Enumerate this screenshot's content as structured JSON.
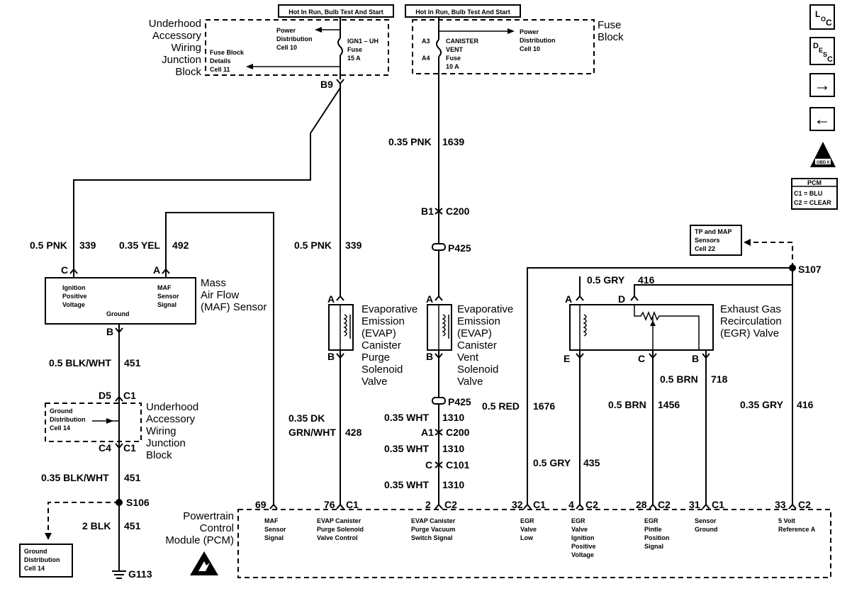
{
  "hot_labels": [
    "Hot In Run, Bulb Test And Start",
    "Hot In Run, Bulb Test And Start"
  ],
  "component_labels": {
    "ujb1": [
      "Underhood",
      "Accessory",
      "Wiring",
      "Junction",
      "Block"
    ],
    "fuse_block": [
      "Fuse",
      "Block"
    ],
    "maf": [
      "Mass",
      "Air Flow",
      "(MAF) Sensor"
    ],
    "evap_purge": [
      "Evaporative",
      "Emission",
      "(EVAP)",
      "Canister",
      "Purge",
      "Solenoid",
      "Valve"
    ],
    "evap_vent": [
      "Evaporative",
      "Emission",
      "(EVAP)",
      "Canister",
      "Vent",
      "Solenoid",
      "Valve"
    ],
    "egr": [
      "Exhaust Gas",
      "Recirculation",
      "(EGR) Valve"
    ],
    "ujb2": [
      "Underhood",
      "Accessory",
      "Wiring",
      "Junction",
      "Block"
    ],
    "pcm": [
      "Powertrain",
      "Control",
      "Module (PCM)"
    ]
  },
  "small_text": {
    "power_dist1": [
      "Power",
      "Distribution",
      "Cell 10"
    ],
    "fuse1": [
      "IGN1 – UH",
      "Fuse",
      "15 A"
    ],
    "fuse_details": [
      "Fuse Block",
      "Details",
      "Cell 11"
    ],
    "fuse2": [
      "CANISTER",
      "VENT",
      "Fuse",
      "10 A"
    ],
    "power_dist2": [
      "Power",
      "Distribution",
      "Cell 10"
    ],
    "maf_ign": [
      "Ignition",
      "Positive",
      "Voltage"
    ],
    "maf_sig": [
      "MAF",
      "Sensor",
      "Signal"
    ],
    "maf_gnd": "Ground",
    "gnd_dist": [
      "Ground",
      "Distribution",
      "Cell 14"
    ],
    "gnd_dist_box": [
      "Ground",
      "Distribution",
      "Cell 14"
    ],
    "tp_map": [
      "TP and MAP",
      "Sensors",
      "Cell 22"
    ],
    "pcm_box": [
      "PCM",
      "C1 = BLU",
      "C2 = CLEAR"
    ],
    "pcm_pins": [
      [
        "MAF",
        "Sensor",
        "Signal"
      ],
      [
        "EVAP Canister",
        "Purge Solenoid",
        "Valve Control"
      ],
      [
        "EVAP Canister",
        "Purge Vacuum",
        "Switch Signal"
      ],
      [
        "EGR",
        "Valve",
        "Low"
      ],
      [
        "EGR",
        "Valve",
        "Ignition",
        "Positive",
        "Voltage"
      ],
      [
        "EGR",
        "Pintle",
        "Position",
        "Signal"
      ],
      [
        "Sensor",
        "Ground"
      ],
      [
        "5 Volt",
        "Reference A"
      ]
    ]
  },
  "wire_labels": [
    "0.35 PNK",
    "1639",
    "0.5 PNK",
    "339",
    "0.35 YEL",
    "492",
    "0.5 PNK",
    "339",
    "0.5 BLK/WHT",
    "451",
    "0.35 BLK/WHT",
    "451",
    "2 BLK",
    "451",
    "0.35 DK",
    "GRN/WHT",
    "428",
    "0.35 WHT",
    "1310",
    "0.35 WHT",
    "1310",
    "0.35 WHT",
    "1310",
    "0.5 RED",
    "1676",
    "0.5 GRY",
    "416",
    "0.5 GRY",
    "435",
    "0.5 BRN",
    "1456",
    "0.5 BRN",
    "718",
    "0.35 GRY",
    "416"
  ],
  "pin_labels": {
    "b9": "B9",
    "a3": "A3",
    "a4": "A4",
    "b1": "B1",
    "c200a": "C200",
    "p425a": "P425",
    "p425b": "P425",
    "maf_c": "C",
    "maf_a": "A",
    "maf_b": "B",
    "ep_a": "A",
    "ep_b": "B",
    "ev_a": "A",
    "ev_b": "B",
    "egr_a": "A",
    "egr_d": "D",
    "egr_e": "E",
    "egr_c": "C",
    "egr_b": "B",
    "s107": "S107",
    "s106": "S106",
    "g113": "G113",
    "d5": "D5",
    "c1a": "C1",
    "c4": "C4",
    "c1b": "C1",
    "a1": "A1",
    "c200b": "C200",
    "c_c101": "C",
    "c101": "C101",
    "n69": "69",
    "n76": "76",
    "c1p1": "C1",
    "n2": "2",
    "c2p1": "C2",
    "n32": "32",
    "c1p2": "C1",
    "n4": "4",
    "c2p2": "C2",
    "n28": "28",
    "c2p3": "C2",
    "n31": "31",
    "c1p3": "C1",
    "n33": "33",
    "c2p4": "C2"
  },
  "nav": {
    "loc": [
      "L",
      "O",
      "C"
    ],
    "desc": [
      "D",
      "E",
      "S",
      "C"
    ],
    "forward": "→",
    "back": "←",
    "obd": "OBD II"
  }
}
